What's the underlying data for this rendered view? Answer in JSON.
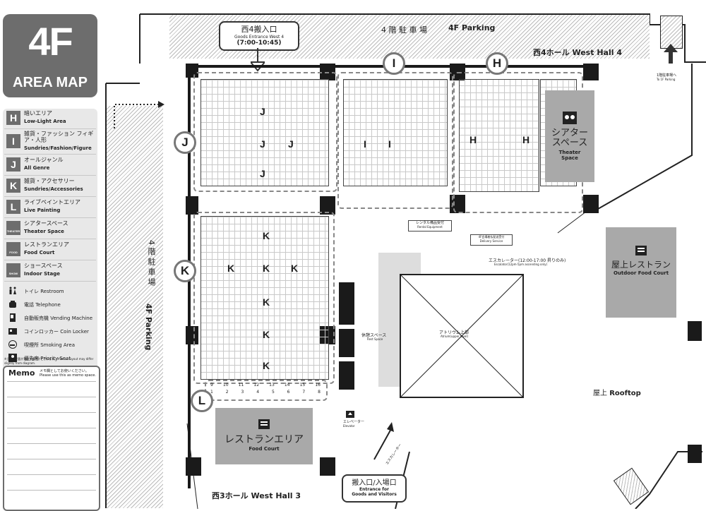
{
  "sidebar": {
    "floor": "4F",
    "subtitle": "AREA MAP",
    "legend": [
      {
        "key": "H",
        "jp": "暗いエリア",
        "en": "Low-Light Area"
      },
      {
        "key": "I",
        "jp": "雑貨・ファッション フィギア・人形",
        "en": "Sundries/Fashion/Figure"
      },
      {
        "key": "J",
        "jp": "オールジャンル",
        "en": "All Genre"
      },
      {
        "key": "K",
        "jp": "雑貨・アクセサリー",
        "en": "Sundries/Accessories"
      },
      {
        "key": "L",
        "jp": "ライブペイントエリア",
        "en": "Live Painting"
      },
      {
        "key": "THEATER",
        "jp": "シアタースペース",
        "en": "Theater Space"
      },
      {
        "key": "FOOD",
        "jp": "レストランエリア",
        "en": "Food Court"
      },
      {
        "key": "SHOW",
        "jp": "ショースペース",
        "en": "Indoor Stage"
      }
    ],
    "facilities": [
      {
        "icon": "restroom-icon",
        "label": "トイレ Restroom"
      },
      {
        "icon": "telephone-icon",
        "label": "電話 Telephone"
      },
      {
        "icon": "vending-machine-icon",
        "label": "自動販売機 Vending Machine"
      },
      {
        "icon": "coin-locker-icon",
        "label": "コインロッカー Coin Locker"
      },
      {
        "icon": "smoking-area-icon",
        "label": "喫煙所 Smoking Area"
      },
      {
        "icon": "priority-seat-icon",
        "label": "優先席 Priority Seat"
      }
    ],
    "note": "※当日は記載が異なる場合がございます。※Venue layout may differ slightly from diagram.",
    "memo_title": "Memo",
    "memo_jp": "メモ欄としてお使いください。",
    "memo_en": "Please use this as memo space."
  },
  "map": {
    "parking_top_jp": "4 階 駐 車 場",
    "parking_top_en": "4F Parking",
    "parking_left_jp": "4 階 駐 車 場",
    "parking_left_en": "4F Parking",
    "entrance_west4_jp": "西4搬入口",
    "entrance_west4_en": "Goods Entrance West 4",
    "entrance_west4_time": "(7:00-10:45)",
    "west_hall4": "西4ホール West Hall 4",
    "west_hall3": "西3ホール West Hall 3",
    "to_1f_parking_jp": "1階駐車場へ",
    "to_1f_parking_en": "To 1F Parking",
    "theater_jp": "シアター スペース",
    "theater_en": "Theater Space",
    "outdoor_food_jp": "屋上レストラン",
    "outdoor_food_en": "Outdoor Food Court",
    "restaurant_area_jp": "レストランエリア",
    "restaurant_area_en": "Food Court",
    "rental_equipment_jp": "レンタル備品受付",
    "rental_equipment_en": "Rental Equipment",
    "delivery_service_jp": "4F会場着払配送受付",
    "delivery_service_en": "Delivery Service",
    "escalator_jp": "エスカレーター(12:00-17:00 昇りのみ)",
    "escalator_en": "Escalator(12pm-5pm ascending only)",
    "atrium_jp": "アトリウム上部",
    "atrium_en": "Atrium(upper level)",
    "rest_space_jp": "休憩スペース",
    "rest_space_en": "Rest Space",
    "elevator_jp": "エレベーター",
    "elevator_en": "Elevator",
    "rooftop_jp": "屋上",
    "rooftop_en": "Rooftop",
    "entrance_visitors_jp": "搬入口/入場口",
    "entrance_visitors_en1": "Entrance for",
    "entrance_visitors_en2": "Goods and Visitors",
    "escalator_small": "エスカレーター",
    "zones": {
      "h": "H",
      "i": "I",
      "j": "J",
      "k": "K",
      "l": "L"
    },
    "live_paint_numbers": [
      "9",
      "10",
      "11",
      "12",
      "13",
      "14",
      "15",
      "16"
    ],
    "live_paint_numbers_low": [
      "1",
      "2",
      "3",
      "4",
      "5",
      "6",
      "7",
      "8"
    ]
  }
}
